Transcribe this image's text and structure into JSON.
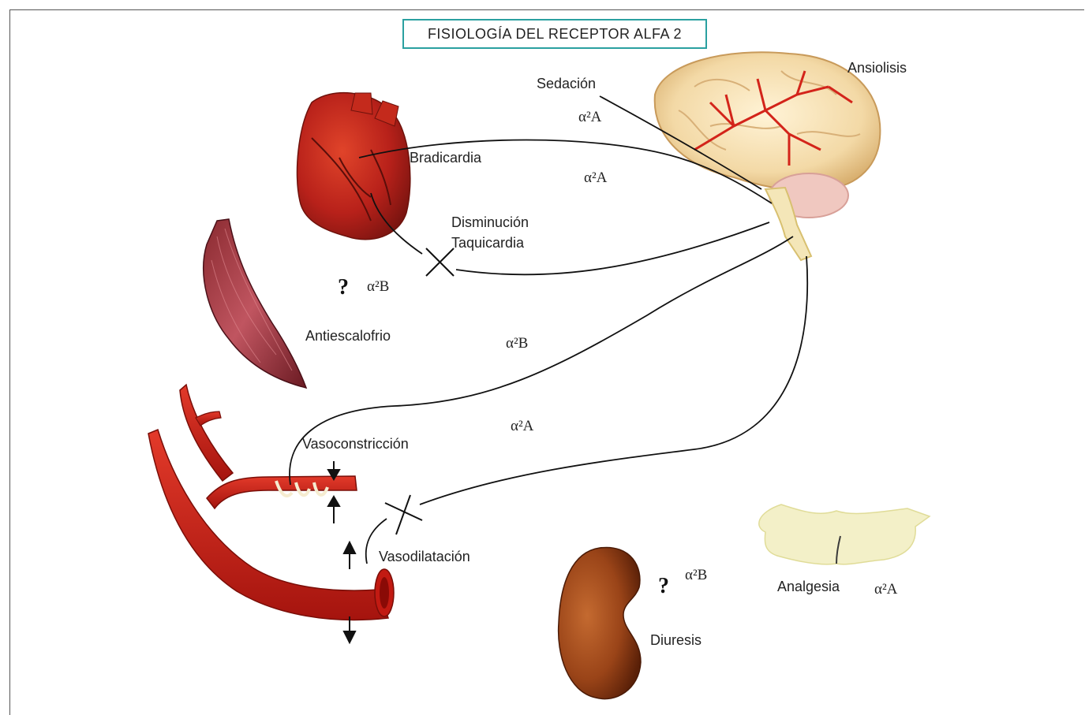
{
  "title": "FISIOLOGÍA DEL RECEPTOR ALFA 2",
  "effects": {
    "sedacion": "Sedación",
    "ansiolisis": "Ansiolisis",
    "bradicardia": "Bradicardia",
    "disminucion": "Disminución",
    "taquicardia": "Taquicardia",
    "antiescalofrio": "Antiescalofrio",
    "vasoconstriccion": "Vasoconstricción",
    "vasodilatacion": "Vasodilatación",
    "analgesia": "Analgesia",
    "diuresis": "Diuresis"
  },
  "receptors": {
    "sedacion": "α²A",
    "bradicardia": "α²A",
    "muscle": "α²B",
    "vasoconstriccion": "α²B",
    "vasodilatacion": "α²A",
    "kidney": "α²B",
    "analgesia": "α²A"
  },
  "unknown_mark": "?"
}
